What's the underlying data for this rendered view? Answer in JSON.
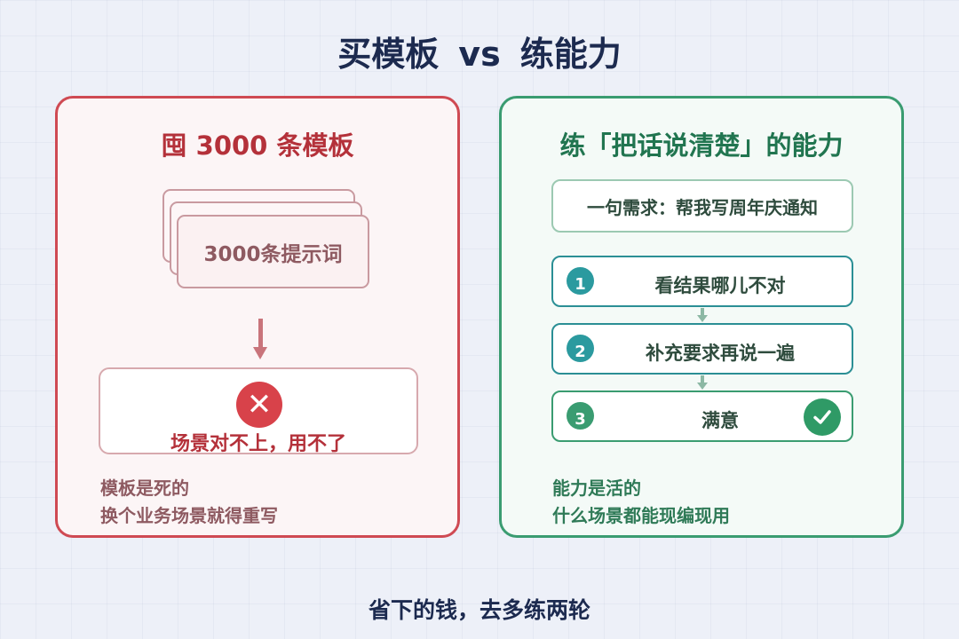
{
  "title": {
    "left": "买模板",
    "vs": "vs",
    "right": "练能力"
  },
  "left_panel": {
    "heading": "囤 3000 条模板",
    "stack_label": "3000条提示词",
    "fail_text": "场景对不上，用不了",
    "note_line1": "模板是死的",
    "note_line2": "换个业务场景就得重写",
    "fail_icon_glyph": "✕",
    "fail_icon": "x-circle-icon"
  },
  "right_panel": {
    "heading": "练「把话说清楚」的能力",
    "request": "一句需求：帮我写周年庆通知",
    "steps": [
      {
        "num": "1",
        "label": "看结果哪儿不对"
      },
      {
        "num": "2",
        "label": "补充要求再说一遍"
      },
      {
        "num": "3",
        "label": "满意"
      }
    ],
    "check_icon": "check-circle-icon",
    "note_line1": "能力是活的",
    "note_line2": "什么场景都能现编现用"
  },
  "footer": "省下的钱，去多练两轮",
  "colors": {
    "red": "#cf4a53",
    "green": "#3a9c71",
    "teal": "#2b9a9f",
    "navy": "#1c2a4f"
  }
}
